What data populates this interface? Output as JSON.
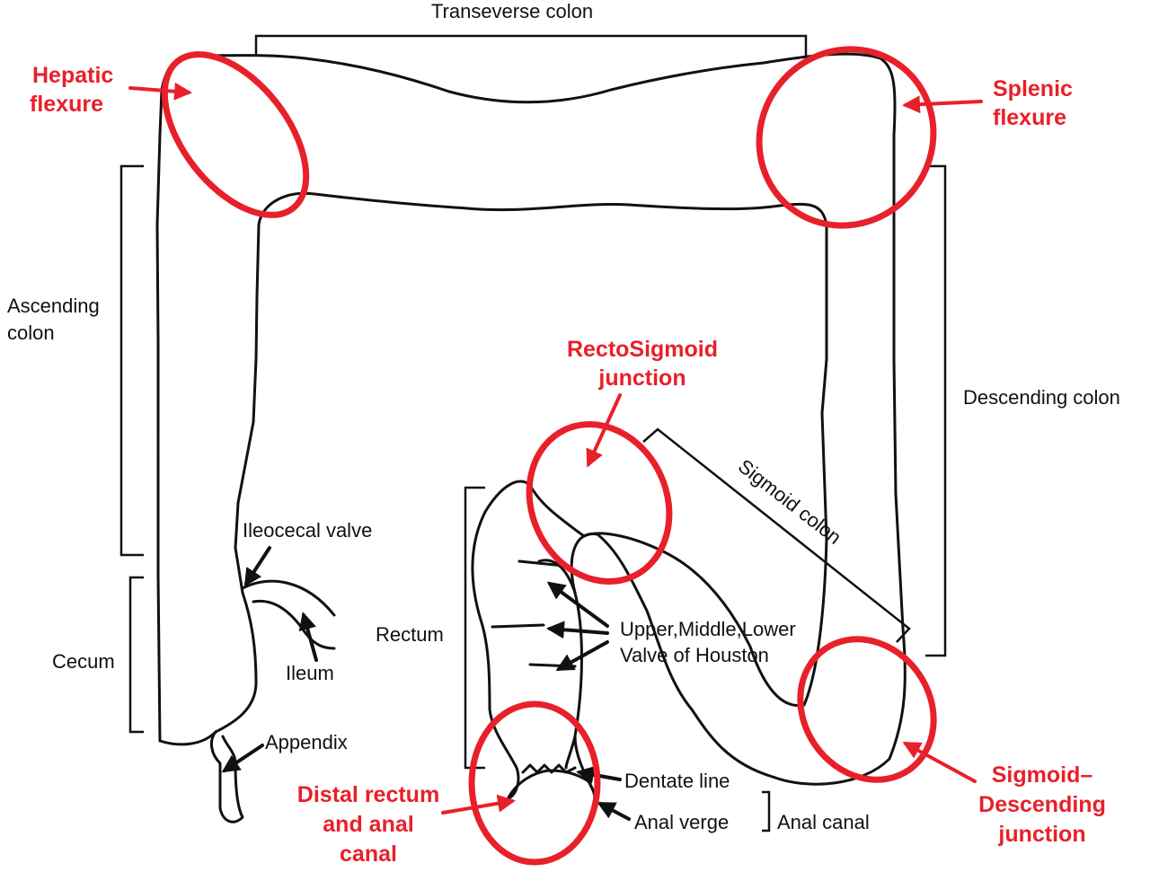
{
  "colors": {
    "accent_red": "#e8202a",
    "outline": "#111111",
    "background": "#ffffff"
  },
  "labels": {
    "transverse_colon": "Transeverse colon",
    "ascending_colon_line1": "Ascending",
    "ascending_colon_line2": "colon",
    "descending_colon": "Descending colon",
    "sigmoid_colon": "Sigmoid colon",
    "cecum": "Cecum",
    "ileocecal_valve": "Ileocecal  valve",
    "ileum": "Ileum",
    "appendix": "Appendix",
    "rectum": "Rectum",
    "houston_line1": "Upper,Middle,Lower",
    "houston_line2": "Valve of Houston",
    "dentate_line": "Dentate line",
    "anal_verge": "Anal verge",
    "anal_canal": "Anal canal"
  },
  "highlights": {
    "hepatic_line1": "Hepatic",
    "hepatic_line2": "flexure",
    "splenic_line1": "Splenic",
    "splenic_line2": "flexure",
    "rectosigmoid_line1": "RectoSigmoid",
    "rectosigmoid_line2": "junction",
    "sigmoid_desc_line1": "Sigmoid–",
    "sigmoid_desc_line2": "Descending",
    "sigmoid_desc_line3": "junction",
    "distal_line1": "Distal rectum",
    "distal_line2": "and anal",
    "distal_line3": "canal"
  }
}
